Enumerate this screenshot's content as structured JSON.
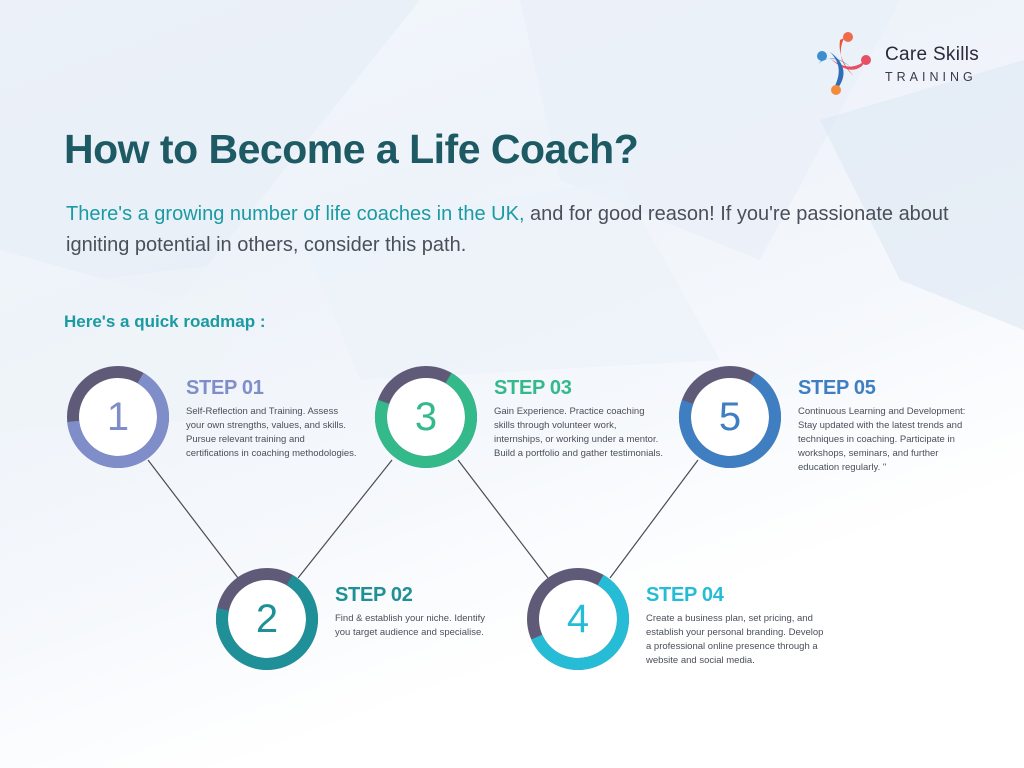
{
  "brand": {
    "name_line1": "Care Skills",
    "name_line2": "TRAINING"
  },
  "title": "How to Become a Life Coach?",
  "intro": {
    "highlight": "There's a growing number of life coaches in the UK,",
    "text": " and for good reason! If you're passionate about igniting potential in others, consider this path."
  },
  "roadmap_label": "Here's a quick roadmap :",
  "colors": {
    "title": "#1d5a64",
    "accent": "#1a9aa2",
    "ring_track": "#5e5a78"
  },
  "steps": [
    {
      "number": "1",
      "title": "STEP 01",
      "color": "#7f8ec9",
      "progress": 0.65,
      "description": "Self-Reflection and Training. Assess your own strengths, values, and skills. Pursue relevant training and certifications in coaching methodologies."
    },
    {
      "number": "2",
      "title": "STEP 02",
      "color": "#1f9097",
      "progress": 0.7,
      "description": "Find & establish your niche. Identify you target audience and specialise."
    },
    {
      "number": "3",
      "title": "STEP 03",
      "color": "#34b98b",
      "progress": 0.72,
      "description": "Gain Experience. Practice coaching skills through volunteer work, internships, or working under a mentor. Build a portfolio and gather testimonials."
    },
    {
      "number": "4",
      "title": "STEP 04",
      "color": "#26bcd6",
      "progress": 0.6,
      "description": "Create a business plan, set pricing, and establish your personal branding. Develop a professional online presence through a website and social media."
    },
    {
      "number": "5",
      "title": "STEP 05",
      "color": "#3f7fc1",
      "progress": 0.72,
      "description": "Continuous Learning and Development: Stay updated with the latest trends and techniques in coaching. Participate in workshops, seminars, and further education regularly. \""
    }
  ]
}
